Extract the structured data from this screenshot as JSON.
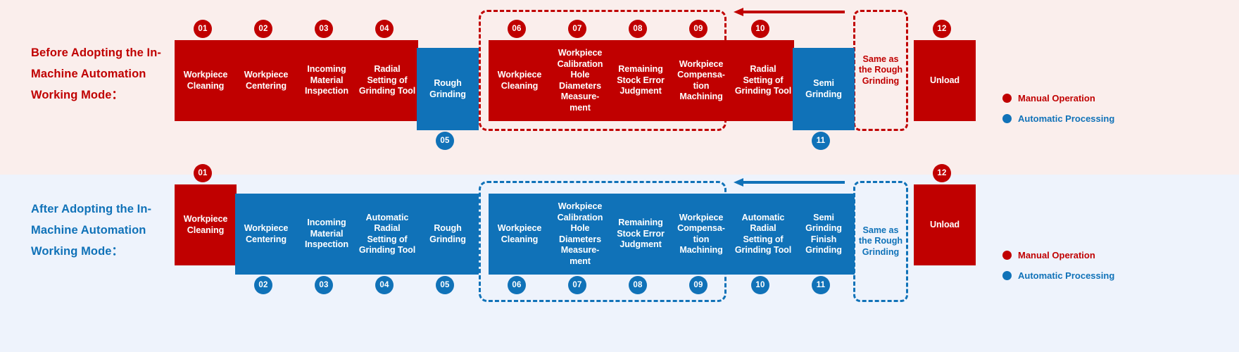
{
  "colors": {
    "manual_red": "#c00000",
    "automatic_blue": "#1072b8",
    "band_before_bg": "#faeeec",
    "band_after_bg": "#eef3fc"
  },
  "before": {
    "title_lines": [
      "Before Adopting the In-",
      "Machine Automation",
      "Working Mode："
    ],
    "steps": [
      {
        "num": "01",
        "label": "Workpiece Cleaning",
        "type": "manual"
      },
      {
        "num": "02",
        "label": "Workpiece Centering",
        "type": "manual"
      },
      {
        "num": "03",
        "label": "Incoming Material Inspection",
        "type": "manual"
      },
      {
        "num": "04",
        "label": "Radial Setting of Grinding Tool",
        "type": "manual"
      },
      {
        "num": "05",
        "label": "Rough Grinding",
        "type": "automatic"
      },
      {
        "num": "06",
        "label": "Workpiece Cleaning",
        "type": "manual"
      },
      {
        "num": "07",
        "label": "Workpiece Calibration Hole Diameters Measure-ment",
        "type": "manual"
      },
      {
        "num": "08",
        "label": "Remaining Stock Error Judgment",
        "type": "manual"
      },
      {
        "num": "09",
        "label": "Workpiece Compensa-tion Machining",
        "type": "manual"
      },
      {
        "num": "10",
        "label": "Radial Setting of Grinding Tool",
        "type": "manual"
      },
      {
        "num": "11",
        "label": "Semi Grinding",
        "type": "automatic"
      },
      {
        "num": "",
        "label": "Same as the Rough Grinding",
        "type": "ghost"
      },
      {
        "num": "12",
        "label": "Unload",
        "type": "manual"
      }
    ],
    "legend": [
      {
        "label": "Manual Operation",
        "type": "manual"
      },
      {
        "label": "Automatic Processing",
        "type": "automatic"
      }
    ]
  },
  "after": {
    "title_lines": [
      "After Adopting the In-",
      "Machine Automation",
      "Working Mode："
    ],
    "steps": [
      {
        "num": "01",
        "label": "Workpiece Cleaning",
        "type": "manual"
      },
      {
        "num": "02",
        "label": "Workpiece Centering",
        "type": "automatic"
      },
      {
        "num": "03",
        "label": "Incoming Material Inspection",
        "type": "automatic"
      },
      {
        "num": "04",
        "label": "Automatic Radial Setting of Grinding Tool",
        "type": "automatic"
      },
      {
        "num": "05",
        "label": "Rough Grinding",
        "type": "automatic"
      },
      {
        "num": "06",
        "label": "Workpiece Cleaning",
        "type": "automatic"
      },
      {
        "num": "07",
        "label": "Workpiece Calibration Hole Diameters Measure-ment",
        "type": "automatic"
      },
      {
        "num": "08",
        "label": "Remaining Stock Error Judgment",
        "type": "automatic"
      },
      {
        "num": "09",
        "label": "Workpiece Compensa-tion Machining",
        "type": "automatic"
      },
      {
        "num": "10",
        "label": "Automatic Radial Setting of Grinding Tool",
        "type": "automatic"
      },
      {
        "num": "11",
        "label": "Semi Grinding Finish Grinding",
        "type": "automatic"
      },
      {
        "num": "",
        "label": "Same as the Rough Grinding",
        "type": "ghost"
      },
      {
        "num": "12",
        "label": "Unload",
        "type": "manual"
      }
    ],
    "legend": [
      {
        "label": "Manual Operation",
        "type": "manual"
      },
      {
        "label": "Automatic Processing",
        "type": "automatic"
      }
    ]
  }
}
